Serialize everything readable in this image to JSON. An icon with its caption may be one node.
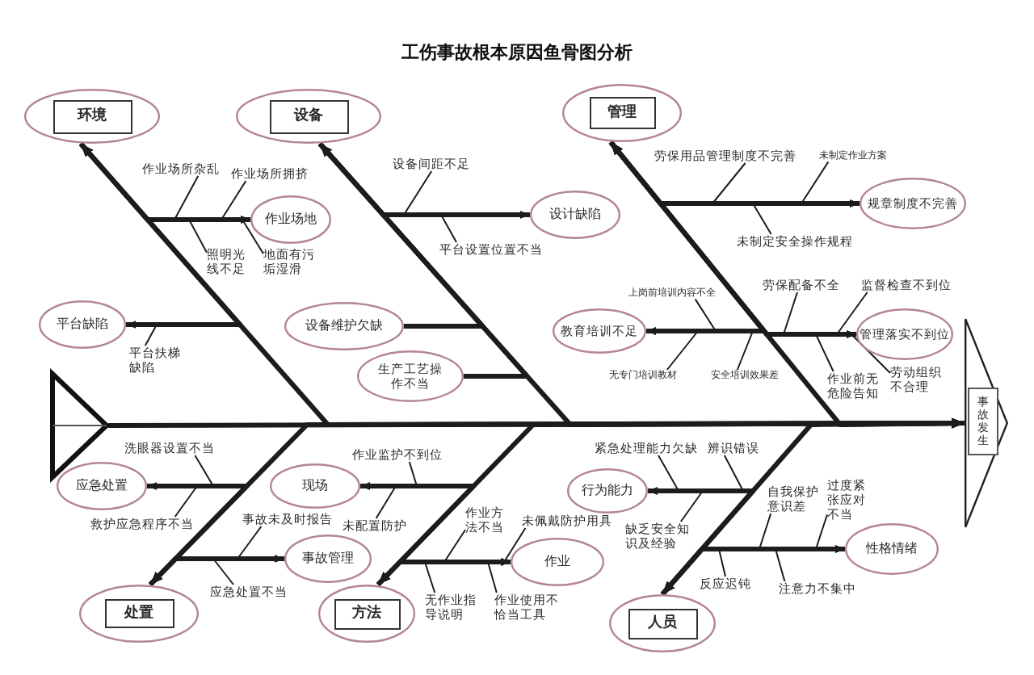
{
  "diagram": {
    "title": "工伤事故根本原因鱼骨图分析",
    "nodes": [
      {
        "text": [
          "环境"
        ]
      },
      {
        "text": [
          "作业场所杂乱"
        ]
      },
      {
        "text": [
          "作业场所拥挤"
        ]
      },
      {
        "text": [
          "作业场地"
        ]
      },
      {
        "text": [
          "照明光线不足"
        ]
      },
      {
        "text": [
          "地面有污垢湿滑"
        ]
      },
      {
        "text": [
          "平台缺陷"
        ]
      },
      {
        "text": [
          "平台扶梯缺陷"
        ]
      },
      {
        "text": [
          "设备"
        ]
      },
      {
        "text": [
          "设备间距不足"
        ]
      },
      {
        "text": [
          "设计缺陷"
        ]
      },
      {
        "text": [
          "平台设置位置不当"
        ]
      },
      {
        "text": [
          "设备维护欠缺"
        ]
      },
      {
        "text": [
          "生产工艺操作不当"
        ]
      },
      {
        "text": [
          "管理"
        ]
      },
      {
        "text": [
          "劳保用品管理制度不完善"
        ]
      },
      {
        "text": [
          "未制定作业方案"
        ]
      },
      {
        "text": [
          "规章制度不完善"
        ]
      },
      {
        "text": [
          "未制定安全操作规程"
        ]
      },
      {
        "text": [
          "教育培训不足"
        ]
      },
      {
        "text": [
          "上岗前培训内容不全"
        ]
      },
      {
        "text": [
          "无专门培训教材"
        ]
      },
      {
        "text": [
          "安全培训效果差"
        ]
      },
      {
        "text": [
          "劳保配备不全"
        ]
      },
      {
        "text": [
          "监督检查不到位"
        ]
      },
      {
        "text": [
          "管理落实不到位"
        ]
      },
      {
        "text": [
          "作业前无危险告知"
        ]
      },
      {
        "text": [
          "劳动组织不合理"
        ]
      },
      {
        "text": [],
        "shape": "triangle"
      },
      {
        "text": [
          "事故发生"
        ]
      },
      {
        "text": [
          "洗眼器设置不当"
        ]
      },
      {
        "text": [
          "应急处置"
        ]
      },
      {
        "text": [
          "救护应急程序不当"
        ]
      },
      {
        "text": [
          "现场"
        ]
      },
      {
        "text": [
          "作业监护不到位"
        ]
      },
      {
        "text": [
          "未配置防护"
        ]
      },
      {
        "text": [
          "事故未及时报告"
        ]
      },
      {
        "text": [
          "事故管理"
        ]
      },
      {
        "text": [
          "应急处置不当"
        ]
      },
      {
        "text": [
          "处置"
        ]
      },
      {
        "text": [
          "作业方法不当"
        ]
      },
      {
        "text": [
          "未佩戴防护用具"
        ]
      },
      {
        "text": [
          "作业"
        ]
      },
      {
        "text": [
          "无作业指导说明"
        ]
      },
      {
        "text": [
          "作业使用不恰当工具"
        ]
      },
      {
        "text": [
          "方法"
        ]
      },
      {
        "text": [
          "紧急处理能力欠缺"
        ]
      },
      {
        "text": [
          "辨识错误"
        ]
      },
      {
        "text": [
          "行为能力"
        ]
      },
      {
        "text": [
          "缺乏安全知识及经验"
        ]
      },
      {
        "text": [
          "自我保护意识差"
        ]
      },
      {
        "text": [
          "过度紧张应对不当"
        ]
      },
      {
        "text": [
          "性格情绪"
        ]
      },
      {
        "text": [
          "反应迟钝"
        ]
      },
      {
        "text": [
          "注意力不集中"
        ]
      },
      {
        "text": [
          "人员"
        ]
      }
    ],
    "edges": [
      {
        "from": 1,
        "to": 3,
        "arrow": "to"
      },
      {
        "from": 2,
        "to": 3,
        "arrow": "to"
      },
      {
        "from": 4,
        "to": 3,
        "arrow": "to"
      },
      {
        "from": 5,
        "to": 3,
        "arrow": "to"
      },
      {
        "from": 3,
        "to": 0,
        "arrow": "to",
        "style": "thick"
      },
      {
        "from": 7,
        "to": 6,
        "arrow": "to"
      },
      {
        "from": 6,
        "to": 0,
        "arrow": "to",
        "style": "thick"
      },
      {
        "from": 0,
        "to": 29,
        "arrow": "to",
        "style": "thick"
      },
      {
        "from": 9,
        "to": 10,
        "arrow": "to"
      },
      {
        "from": 11,
        "to": 10,
        "arrow": "to"
      },
      {
        "from": 10,
        "to": 8,
        "arrow": "to",
        "style": "thick"
      },
      {
        "from": 12,
        "to": 8,
        "arrow": "to",
        "style": "thick"
      },
      {
        "from": 13,
        "to": 8,
        "arrow": "to",
        "style": "thick"
      },
      {
        "from": 8,
        "to": 29,
        "arrow": "to",
        "style": "thick"
      },
      {
        "from": 15,
        "to": 17,
        "arrow": "to"
      },
      {
        "from": 16,
        "to": 17,
        "arrow": "to"
      },
      {
        "from": 18,
        "to": 17,
        "arrow": "to"
      },
      {
        "from": 17,
        "to": 14,
        "arrow": "to",
        "style": "thick"
      },
      {
        "from": 20,
        "to": 19,
        "arrow": "to"
      },
      {
        "from": 21,
        "to": 19,
        "arrow": "to"
      },
      {
        "from": 22,
        "to": 19,
        "arrow": "to"
      },
      {
        "from": 19,
        "to": 14,
        "arrow": "to",
        "style": "thick"
      },
      {
        "from": 23,
        "to": 25,
        "arrow": "to"
      },
      {
        "from": 24,
        "to": 25,
        "arrow": "to"
      },
      {
        "from": 26,
        "to": 25,
        "arrow": "to"
      },
      {
        "from": 27,
        "to": 25,
        "arrow": "to"
      },
      {
        "from": 25,
        "to": 14,
        "arrow": "to",
        "style": "thick"
      },
      {
        "from": 14,
        "to": 29,
        "arrow": "to",
        "style": "thick"
      },
      {
        "from": 28,
        "to": 29,
        "arrow": "to",
        "style": "thick"
      },
      {
        "from": 30,
        "to": 31,
        "arrow": "to"
      },
      {
        "from": 32,
        "to": 31,
        "arrow": "to"
      },
      {
        "from": 31,
        "to": 39,
        "arrow": "to",
        "style": "thick"
      },
      {
        "from": 34,
        "to": 33,
        "arrow": "to"
      },
      {
        "from": 35,
        "to": 33,
        "arrow": "to"
      },
      {
        "from": 33,
        "to": 45,
        "arrow": "to",
        "style": "thick"
      },
      {
        "from": 36,
        "to": 37,
        "arrow": "to"
      },
      {
        "from": 38,
        "to": 37,
        "arrow": "to"
      },
      {
        "from": 37,
        "to": 39,
        "arrow": "to",
        "style": "thick"
      },
      {
        "from": 39,
        "to": 29,
        "arrow": "to",
        "style": "thick"
      },
      {
        "from": 40,
        "to": 42,
        "arrow": "to"
      },
      {
        "from": 41,
        "to": 42,
        "arrow": "to"
      },
      {
        "from": 43,
        "to": 42,
        "arrow": "to"
      },
      {
        "from": 44,
        "to": 42,
        "arrow": "to"
      },
      {
        "from": 42,
        "to": 45,
        "arrow": "to",
        "style": "thick"
      },
      {
        "from": 45,
        "to": 29,
        "arrow": "to",
        "style": "thick"
      },
      {
        "from": 46,
        "to": 48,
        "arrow": "to"
      },
      {
        "from": 47,
        "to": 48,
        "arrow": "to"
      },
      {
        "from": 49,
        "to": 48,
        "arrow": "to"
      },
      {
        "from": 48,
        "to": 55,
        "arrow": "to",
        "style": "thick"
      },
      {
        "from": 50,
        "to": 52,
        "arrow": "to"
      },
      {
        "from": 51,
        "to": 52,
        "arrow": "to"
      },
      {
        "from": 53,
        "to": 52,
        "arrow": "to"
      },
      {
        "from": 54,
        "to": 52,
        "arrow": "to"
      },
      {
        "from": 52,
        "to": 55,
        "arrow": "to",
        "style": "thick"
      },
      {
        "from": 55,
        "to": 29,
        "arrow": "to",
        "style": "thick"
      }
    ]
  }
}
